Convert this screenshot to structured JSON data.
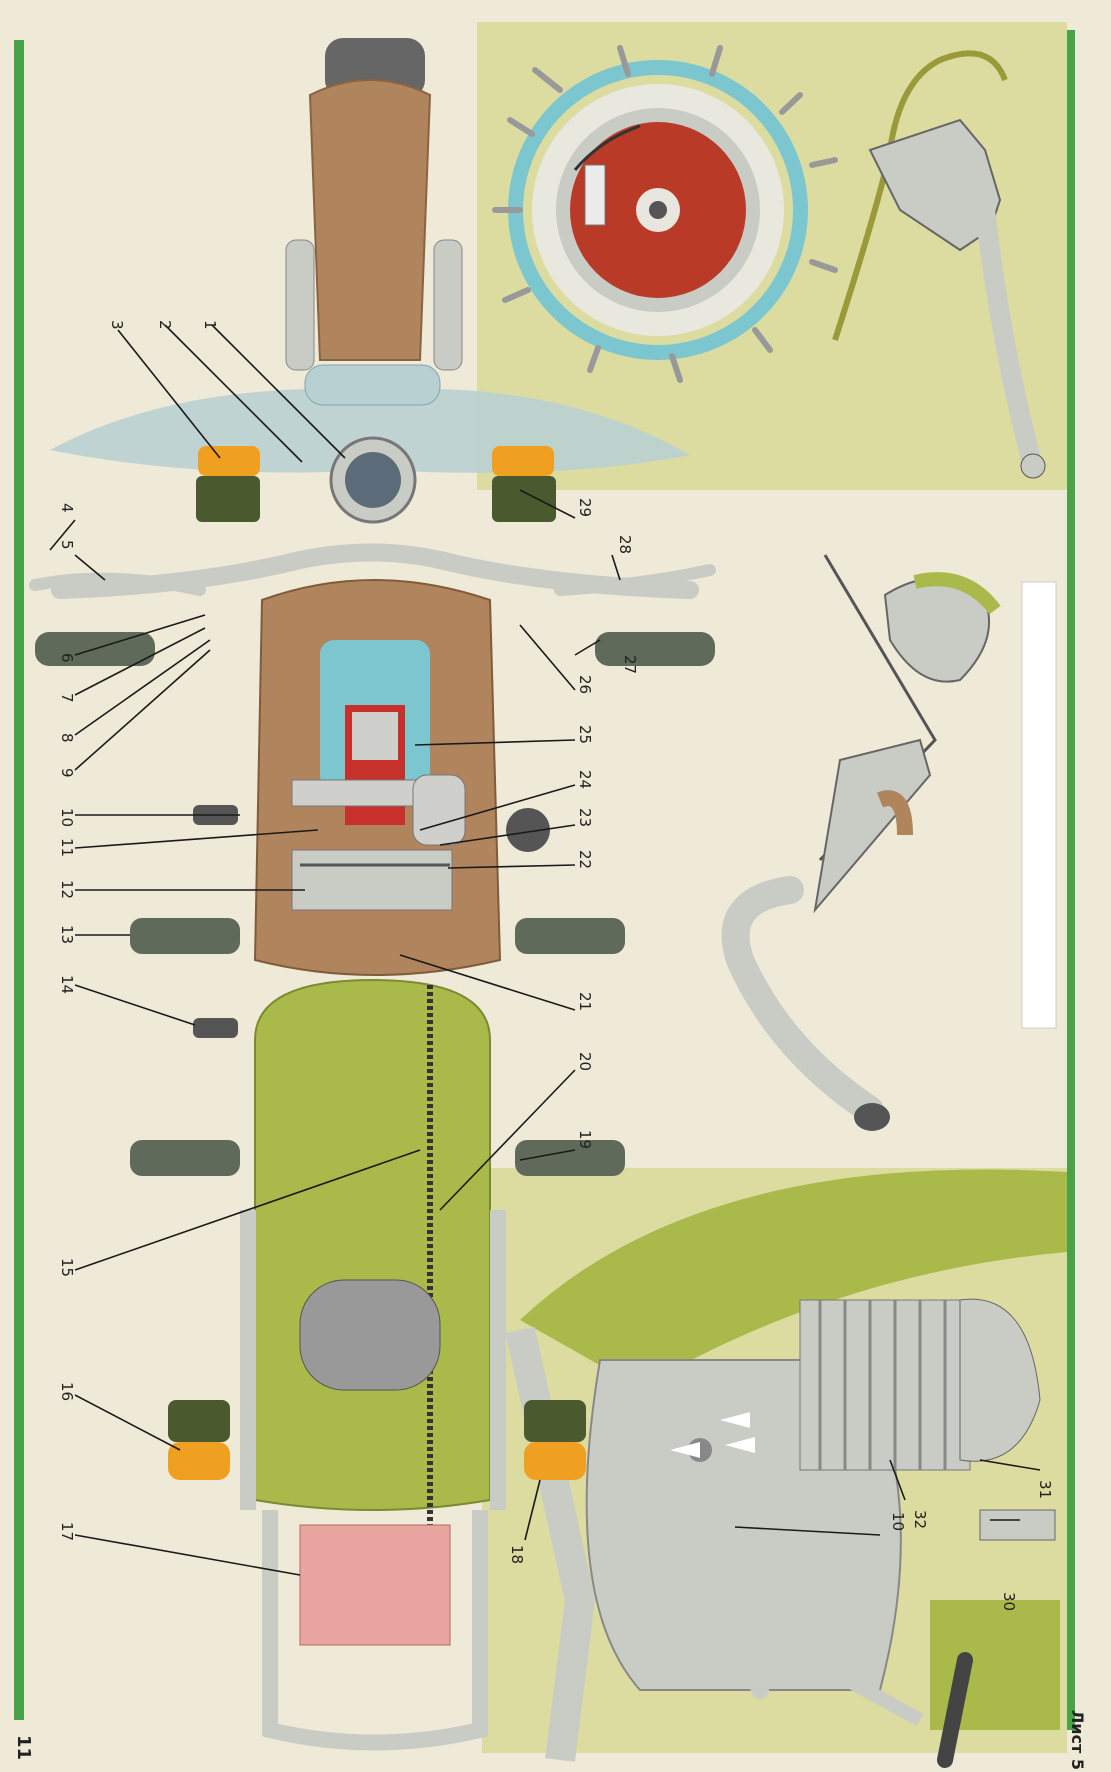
{
  "page": {
    "sheet_label": "Лист 5",
    "page_number": "11"
  },
  "colors": {
    "paper": "#efe9d8",
    "panel_green": "#dcdca0",
    "border_green": "#48a348",
    "frame_grey": "#c9cbc5",
    "tank_olive": "#a9b94a",
    "engine_brown": "#b0845c",
    "fin_cyan": "#7cc6cf",
    "piston_red": "#c8302b",
    "lamp_orange": "#f0a020",
    "tail_pink": "#e9a6a0",
    "brake_red": "#b93a26"
  },
  "callouts": {
    "n1": "1",
    "n2": "2",
    "n3": "3",
    "n4": "4",
    "n5": "5",
    "n6": "6",
    "n7": "7",
    "n8": "8",
    "n9": "9",
    "n10": "10",
    "n11": "11",
    "n12": "12",
    "n13": "13",
    "n14": "14",
    "n15": "15",
    "n16": "16",
    "n17": "17",
    "n18": "18",
    "n19": "19",
    "n20": "20",
    "n21": "21",
    "n22": "22",
    "n23": "23",
    "n24": "24",
    "n25": "25",
    "n26": "26",
    "n27": "27",
    "n28": "28",
    "n29": "29",
    "n30": "30",
    "n31": "31",
    "n32": "32",
    "n10b": "10"
  },
  "icons": {
    "main": "motorcycle-top-view",
    "inset_top": "drum-brake-assembly-icon",
    "inset_middle": "rear-brake-pedal-linkage-icon",
    "inset_bottom": "engine-gear-lever-icon"
  }
}
